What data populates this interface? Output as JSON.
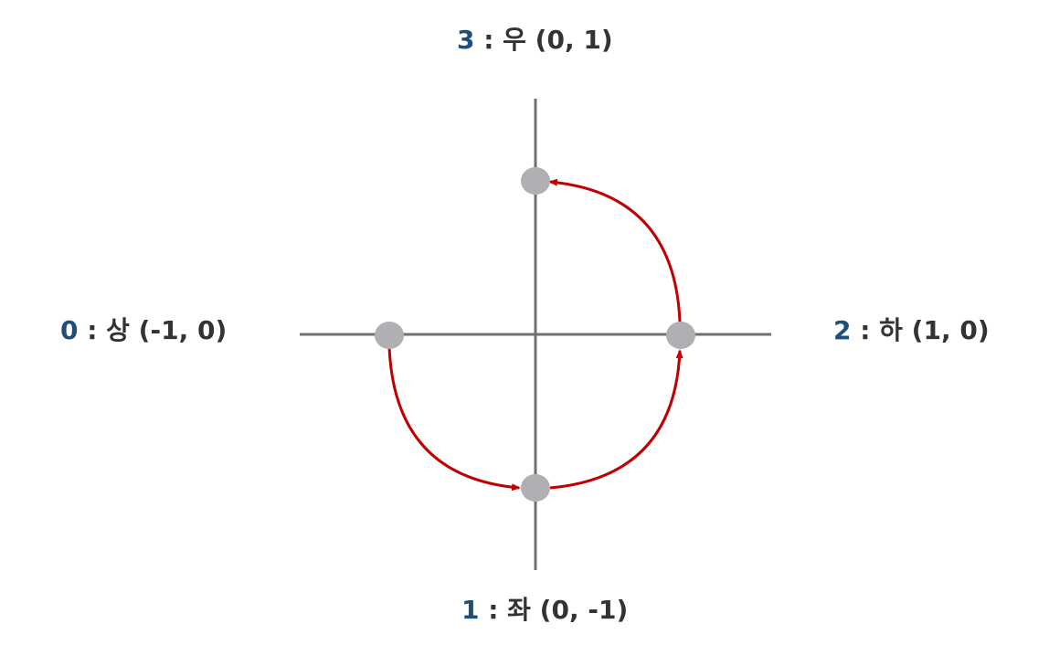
{
  "directions": {
    "up": {
      "index": "0",
      "text": " : 상 (-1, 0)"
    },
    "left": {
      "index": "1",
      "text": " : 좌 (0, -1)"
    },
    "down": {
      "index": "2",
      "text": " : 하 (1, 0)"
    },
    "right": {
      "index": "3",
      "text": " : 우 (0, 1)"
    }
  },
  "colors": {
    "axis": "#707070",
    "node": "#b0afb3",
    "arrow": "#c00000",
    "index_text": "#1f4e79",
    "label_text": "#333333"
  }
}
